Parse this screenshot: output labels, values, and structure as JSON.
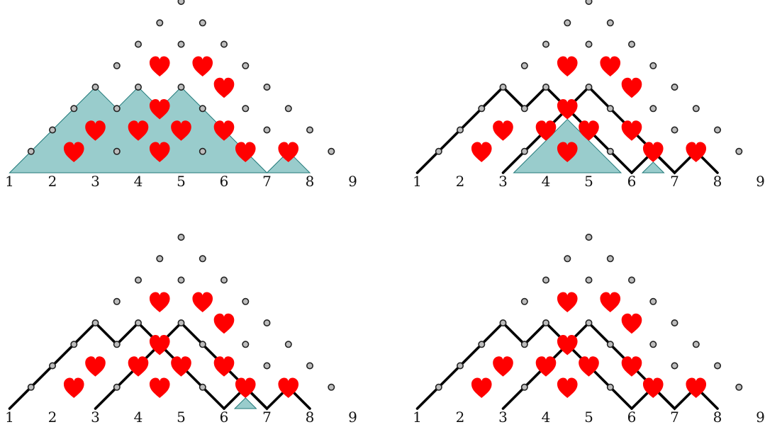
{
  "panels": [
    {
      "id": "top-left",
      "labels": [
        "1",
        "2",
        "3",
        "4",
        "5",
        "6",
        "7",
        "8",
        "9"
      ],
      "regions": [
        [
          [
            1,
            0
          ],
          [
            3,
            2
          ],
          [
            3.5,
            1.5
          ],
          [
            4,
            2
          ],
          [
            4.5,
            1.5
          ],
          [
            5,
            2
          ],
          [
            7,
            0
          ],
          [
            7.5,
            0.5
          ],
          [
            8,
            0
          ]
        ]
      ],
      "paths": [],
      "hearts": [
        [
          4.5,
          2.5
        ],
        [
          5.5,
          2.5
        ],
        [
          6,
          2
        ],
        [
          4.5,
          1.5
        ],
        [
          3,
          1
        ],
        [
          4,
          1
        ],
        [
          5,
          1
        ],
        [
          6,
          1
        ],
        [
          2.5,
          0.5
        ],
        [
          4.5,
          0.5
        ],
        [
          6.5,
          0.5
        ],
        [
          7.5,
          0.5
        ]
      ]
    },
    {
      "id": "top-right",
      "labels": [
        "1",
        "2",
        "3",
        "4",
        "5",
        "6",
        "7",
        "8",
        "9"
      ],
      "regions": [
        [
          [
            3.25,
            0
          ],
          [
            4.5,
            1.25
          ],
          [
            5.75,
            0
          ]
        ],
        [
          [
            6.25,
            0
          ],
          [
            6.5,
            0.25
          ],
          [
            6.75,
            0
          ]
        ]
      ],
      "paths": [
        [
          [
            1,
            0
          ],
          [
            3,
            2
          ],
          [
            3.5,
            1.5
          ],
          [
            4,
            2
          ],
          [
            4.5,
            1.5
          ],
          [
            5,
            2
          ],
          [
            7,
            0
          ],
          [
            7.5,
            0.5
          ],
          [
            8,
            0
          ]
        ],
        [
          [
            3,
            0
          ],
          [
            4.5,
            1.5
          ],
          [
            6,
            0
          ]
        ],
        [
          [
            6,
            0
          ],
          [
            6.5,
            0.5
          ],
          [
            7,
            0
          ]
        ]
      ],
      "hearts": [
        [
          4.5,
          2.5
        ],
        [
          5.5,
          2.5
        ],
        [
          6,
          2
        ],
        [
          4.5,
          1.5
        ],
        [
          3,
          1
        ],
        [
          4,
          1
        ],
        [
          5,
          1
        ],
        [
          6,
          1
        ],
        [
          2.5,
          0.5
        ],
        [
          4.5,
          0.5
        ],
        [
          6.5,
          0.5
        ],
        [
          7.5,
          0.5
        ]
      ]
    },
    {
      "id": "bottom-left",
      "labels": [
        "1",
        "2",
        "3",
        "4",
        "5",
        "6",
        "7",
        "8",
        "9"
      ],
      "regions": [
        [
          [
            6.25,
            0
          ],
          [
            6.5,
            0.25
          ],
          [
            6.75,
            0
          ]
        ]
      ],
      "paths": [
        [
          [
            1,
            0
          ],
          [
            3,
            2
          ],
          [
            3.5,
            1.5
          ],
          [
            4,
            2
          ],
          [
            4.5,
            1.5
          ],
          [
            5,
            2
          ],
          [
            7,
            0
          ],
          [
            7.5,
            0.5
          ],
          [
            8,
            0
          ]
        ],
        [
          [
            3,
            0
          ],
          [
            4.5,
            1.5
          ],
          [
            6,
            0
          ]
        ],
        [
          [
            6,
            0
          ],
          [
            6.5,
            0.5
          ],
          [
            7,
            0
          ]
        ]
      ],
      "hearts": [
        [
          4.5,
          2.5
        ],
        [
          5.5,
          2.5
        ],
        [
          6,
          2
        ],
        [
          4.5,
          1.5
        ],
        [
          3,
          1
        ],
        [
          4,
          1
        ],
        [
          5,
          1
        ],
        [
          6,
          1
        ],
        [
          2.5,
          0.5
        ],
        [
          4.5,
          0.5
        ],
        [
          6.5,
          0.5
        ],
        [
          7.5,
          0.5
        ]
      ]
    },
    {
      "id": "bottom-right",
      "labels": [
        "1",
        "2",
        "3",
        "4",
        "5",
        "6",
        "7",
        "8",
        "9"
      ],
      "regions": [],
      "paths": [
        [
          [
            1,
            0
          ],
          [
            3,
            2
          ],
          [
            3.5,
            1.5
          ],
          [
            4,
            2
          ],
          [
            4.5,
            1.5
          ],
          [
            5,
            2
          ],
          [
            7,
            0
          ],
          [
            7.5,
            0.5
          ],
          [
            8,
            0
          ]
        ],
        [
          [
            3,
            0
          ],
          [
            4.5,
            1.5
          ],
          [
            6,
            0
          ]
        ],
        [
          [
            6,
            0
          ],
          [
            6.5,
            0.5
          ],
          [
            7,
            0
          ]
        ]
      ],
      "hearts": [
        [
          4.5,
          2.5
        ],
        [
          5.5,
          2.5
        ],
        [
          6,
          2
        ],
        [
          4.5,
          1.5
        ],
        [
          3,
          1
        ],
        [
          4,
          1
        ],
        [
          5,
          1
        ],
        [
          6,
          1
        ],
        [
          2.5,
          0.5
        ],
        [
          4.5,
          0.5
        ],
        [
          6.5,
          0.5
        ],
        [
          7.5,
          0.5
        ]
      ]
    }
  ],
  "colors": {
    "region_fill": "#99cccc",
    "heart": "#ff0000",
    "dot_fill": "#bdbdbd",
    "path": "#000000"
  },
  "icons": {
    "heart": "heart-icon",
    "grid_point": "grid-point-icon"
  }
}
